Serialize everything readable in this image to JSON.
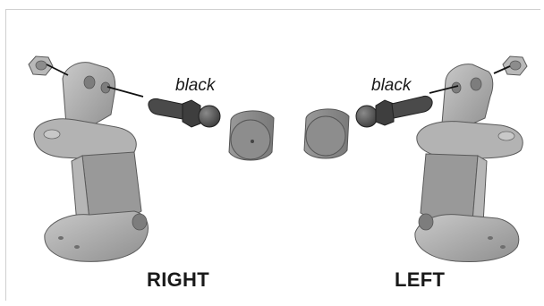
{
  "labels": {
    "right_color_note": "black",
    "left_color_note": "black",
    "right_side": "RIGHT",
    "left_side": "LEFT"
  },
  "colors": {
    "part_fill": "#a7a7a7",
    "part_light": "#c4c4c4",
    "part_dark": "#7e7e7e",
    "outline": "#5a5a5a",
    "leader": "#111111"
  }
}
